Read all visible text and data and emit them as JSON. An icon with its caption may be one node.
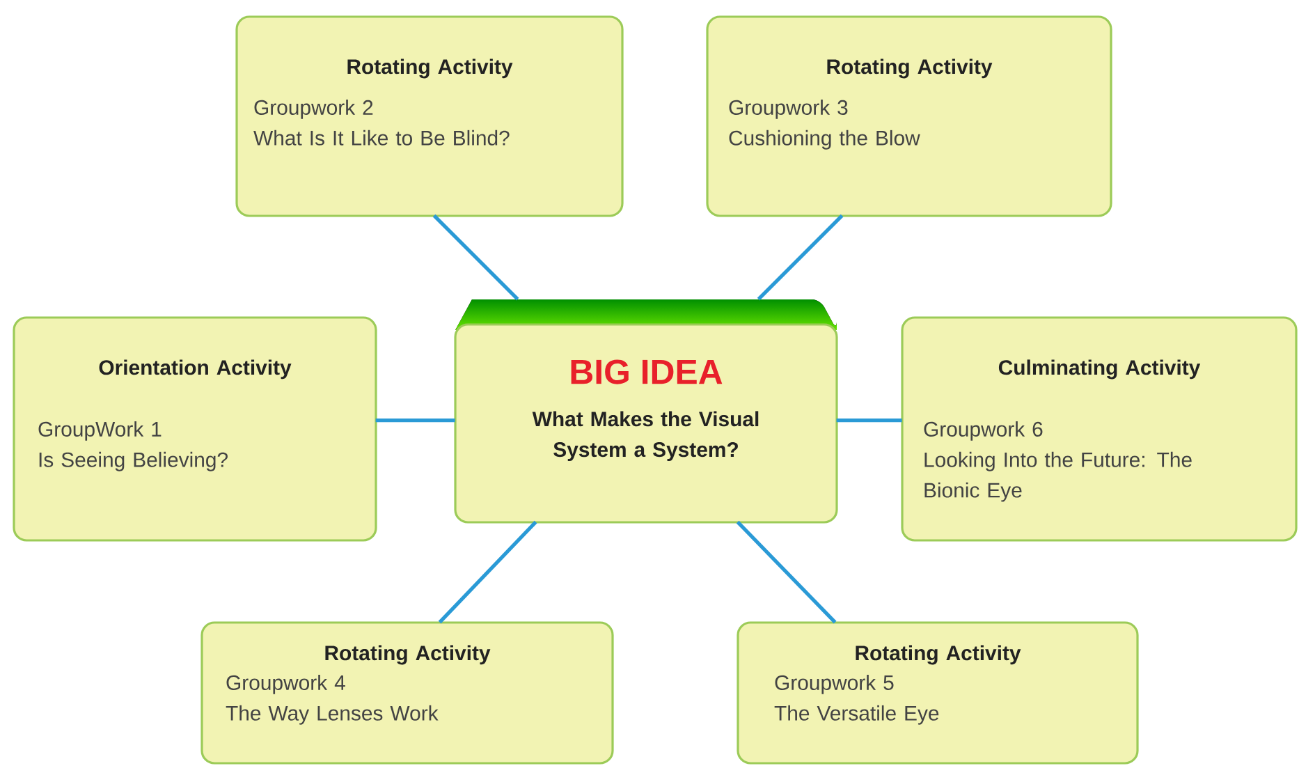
{
  "diagram": {
    "nodes": [
      {
        "text": [
          "Rotating Activity",
          "Groupwork 2",
          "What Is It Like to Be Blind?"
        ]
      },
      {
        "text": [
          "Rotating Activity",
          "Groupwork 3",
          "Cushioning the Blow"
        ]
      },
      {
        "text": [
          "Orientation Activity",
          "GroupWork 1",
          "Is Seeing Believing?"
        ]
      },
      {
        "text": [
          "BIG IDEA",
          "What Makes the Visual System a System?"
        ]
      },
      {
        "text": [
          "Culminating Activity",
          "Groupwork 6",
          "Looking Into the Future: The Bionic Eye"
        ]
      },
      {
        "text": [
          "Rotating Activity",
          "Groupwork 4",
          "The Way Lenses Work"
        ]
      },
      {
        "text": [
          "Rotating Activity",
          "Groupwork 5",
          "The Versatile Eye"
        ]
      }
    ],
    "edges": [
      {
        "from": 3,
        "to": 0,
        "arrow": "none"
      },
      {
        "from": 3,
        "to": 1,
        "arrow": "none"
      },
      {
        "from": 3,
        "to": 2,
        "arrow": "none"
      },
      {
        "from": 3,
        "to": 4,
        "arrow": "none"
      },
      {
        "from": 3,
        "to": 5,
        "arrow": "none"
      },
      {
        "from": 3,
        "to": 6,
        "arrow": "none"
      }
    ]
  }
}
